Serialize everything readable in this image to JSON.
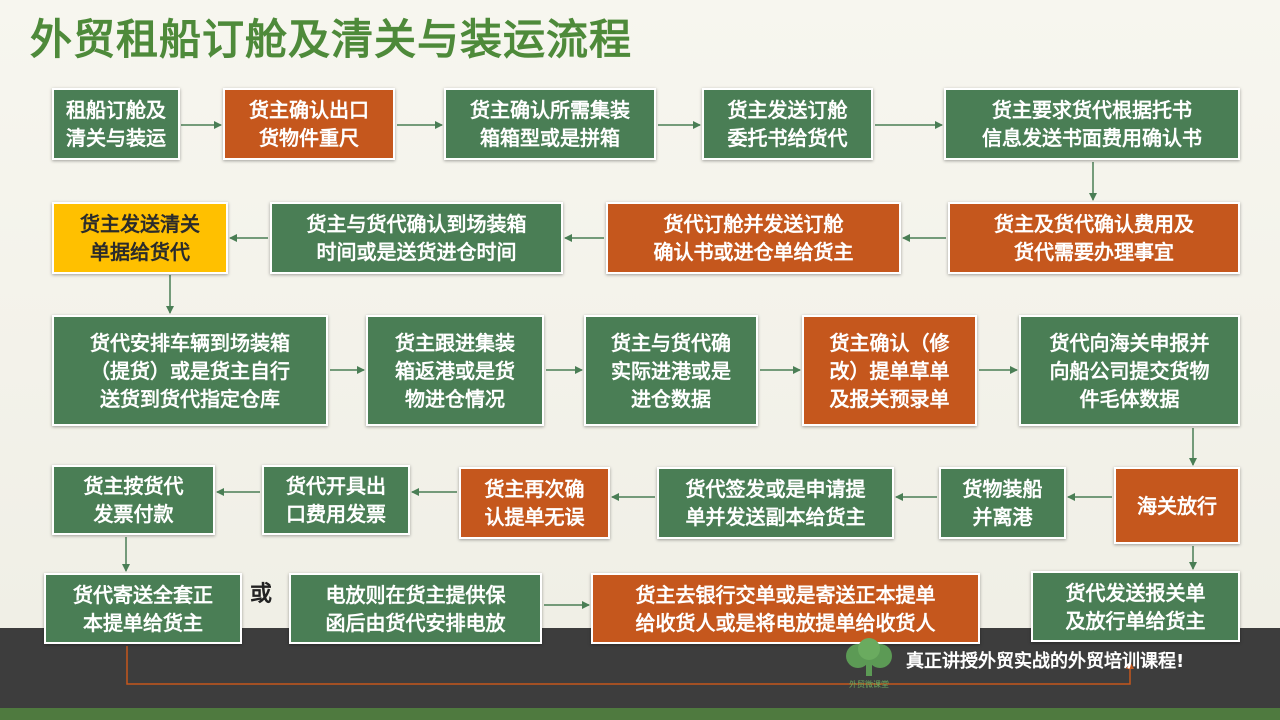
{
  "title": "外贸租船订舱及清关与装运流程",
  "colors": {
    "green": "#4a7e55",
    "orange": "#c5571d",
    "yellow": "#ffc000",
    "title_green": "#4e8a3a"
  },
  "row1": [
    "租船订舱及\n清关与装运",
    "货主确认出口\n货物件重尺",
    "货主确认所需集装\n箱箱型或是拼箱",
    "货主发送订舱\n委托书给货代",
    "货主要求货代根据托书\n信息发送书面费用确认书"
  ],
  "row2": [
    "货主发送清关\n单据给货代",
    "货主与货代确认到场装箱\n时间或是送货进仓时间",
    "货代订舱并发送订舱\n确认书或进仓单给货主",
    "货主及货代确认费用及\n货代需要办理事宜"
  ],
  "row3": [
    "货代安排车辆到场装箱\n（提货）或是货主自行\n送货到货代指定仓库",
    "货主跟进集装\n箱返港或是货\n物进仓情况",
    "货主与货代确\n实际进港或是\n进仓数据",
    "货主确认（修\n改）提单草单\n及报关预录单",
    "货代向海关申报并\n向船公司提交货物\n件毛体数据"
  ],
  "row4": [
    "货主按货代\n发票付款",
    "货代开具出\n口费用发票",
    "货主再次确\n认提单无误",
    "货代签发或是申请提\n单并发送副本给货主",
    "货物装船\n并离港",
    "海关放行"
  ],
  "row5": [
    "货代寄送全套正\n本提单给货主",
    "电放则在货主提供保\n函后由货代安排电放",
    "货主去银行交单或是寄送正本提单\n给收货人或是将电放提单给收货人",
    "货代发送报关单\n及放行单给货主"
  ],
  "or_label": "或",
  "slogan": "真正讲授外贸实战的外贸培训课程!",
  "logo_text": "外贸微课堂",
  "logo_icon": "tree-logo-icon"
}
